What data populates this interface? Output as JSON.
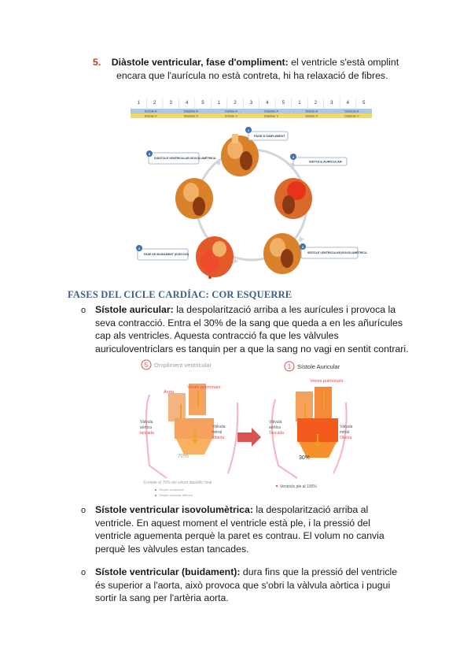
{
  "item5": {
    "number": "5.",
    "title": "Diàstole ventricular, fase d'ompliment:",
    "text_line1": " el ventricle s'està omplint",
    "text_line2": "encara que l'aurícula no està contreta, hi ha relaxació de fibres."
  },
  "cycle_figure": {
    "timeline_numbers": [
      "1",
      "2",
      "3",
      "4",
      "5",
      "1",
      "2",
      "3",
      "4",
      "5",
      "1",
      "2",
      "3",
      "4",
      "5"
    ],
    "row1_labels": [
      "Sístole A",
      "Diàstole A",
      "Sístole A",
      "Diàstole A",
      "Sístole A",
      "Diàstole A"
    ],
    "row2_labels": [
      "Sístole V",
      "Diàstole V",
      "Sístole V",
      "Diàstole V",
      "Sístole V",
      "Diàstole V"
    ],
    "stages": [
      {
        "num": "1",
        "label": "FASE D'OMPLIMENT"
      },
      {
        "num": "2",
        "label": "SÍSTOLE AURICULAR"
      },
      {
        "num": "3",
        "label": "SÍSTOLE VENTRICULAR ISOVOLUMÈTRICA"
      },
      {
        "num": "4",
        "label": "FASE DE BUIDAMENT (EJECCIÓ)"
      },
      {
        "num": "5",
        "label": "DIÀSTOLE VENTRICULAR ISOVOLUMÈTRICA"
      }
    ]
  },
  "section_heading": "FASES DEL CICLE CARDÍAC: COR ESQUERRE",
  "bullets": [
    {
      "marker": "o",
      "title": "Sístole auricular:",
      "lines": [
        " la despolarització arriba a les aurícules i provoca la",
        "seva contracció. Entra el 30% de la sang que queda a en les añurícules",
        "cap als ventricles. Aquesta contracció fa que les vàlvules",
        "auriculoventriclars es tanquin per a que la sang no vagi en sentit contrari."
      ]
    },
    {
      "marker": "o",
      "title": "Sístole ventricular isovolumètrica:",
      "lines": [
        " la despolarització arriba al",
        "ventricle. En aquest moment el ventricle està ple, i la pressió del",
        "ventricle aguementa perquè la paret es contrau. El volum no canvia",
        "perquè les vàlvules estan tancades."
      ]
    },
    {
      "marker": "o",
      "title": "Sístole ventricular (buidament):",
      "lines": [
        " dura fins que la pressió del ventricle",
        "és superior a l'aorta, això provoca que s'obri la vàlvula aòrtica i pugui",
        "sortir la sang per l'artèria aorta."
      ]
    }
  ],
  "atrial_figure": {
    "left_num": "5",
    "left_title": "Ompliment ventricular",
    "left_labels": {
      "aorta": "Aorta",
      "veins": "Venes pulmonars",
      "valve_left": "Vàlvula",
      "valve_left2": "aòrtica",
      "closed_left": "tancada",
      "valve_right": "Vàlvula",
      "valve_right2": "mitral",
      "open_right": "Oberta",
      "percent": "70%",
      "footnote": "S'omple el 70% del volum diastòlic final",
      "note1": "Simple ventricular",
      "note2": "Simple auricular diferent"
    },
    "right_num": "1",
    "right_title": "Sístole Auricular",
    "right_labels": {
      "veins": "Venes pulmonars",
      "valve_left": "Vàlvula",
      "valve_left2": "aòrtica",
      "closed_left": "Tancada",
      "valve_right": "Vàlvula",
      "valve_right2": "mitral",
      "open_right": "Oberta",
      "percent": "30%",
      "footnote": "Ventricle ple al 100%"
    }
  }
}
